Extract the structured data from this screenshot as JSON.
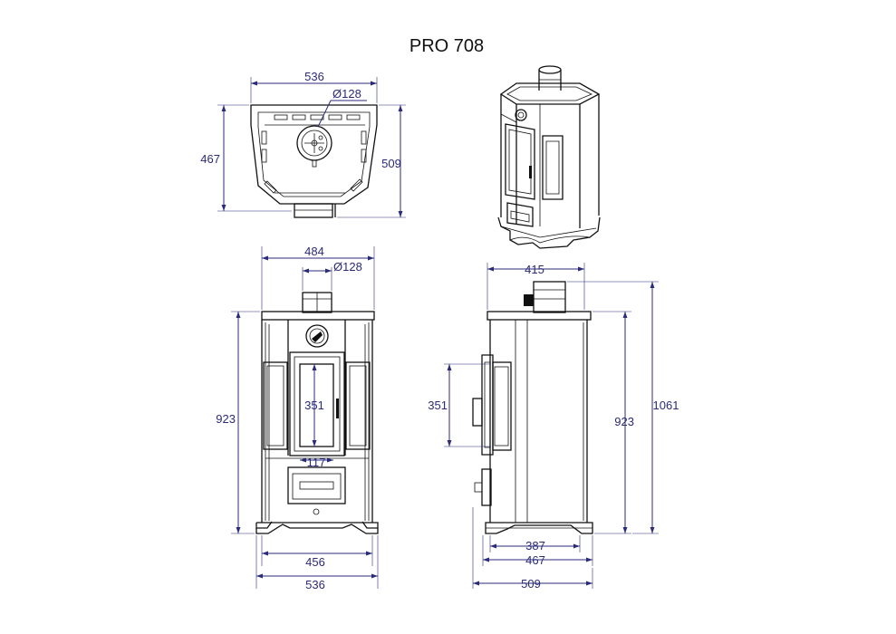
{
  "title": "PRO 708",
  "colors": {
    "dimension": "#2a2a7a",
    "outline": "#111111",
    "background": "#ffffff"
  },
  "top_view": {
    "width": "536",
    "depth_left": "467",
    "depth_right": "509",
    "flue_diameter": "Ø128"
  },
  "front_view": {
    "top_width": "484",
    "flue_diameter": "Ø128",
    "glass_height": "351",
    "glass_width": "117",
    "height": "923",
    "feet_width": "456",
    "base_width": "536"
  },
  "side_view": {
    "top_depth": "415",
    "glass_height": "351",
    "body_height": "923",
    "total_height": "1061",
    "feet_depth": "387",
    "depth_467": "467",
    "depth_509": "509"
  }
}
